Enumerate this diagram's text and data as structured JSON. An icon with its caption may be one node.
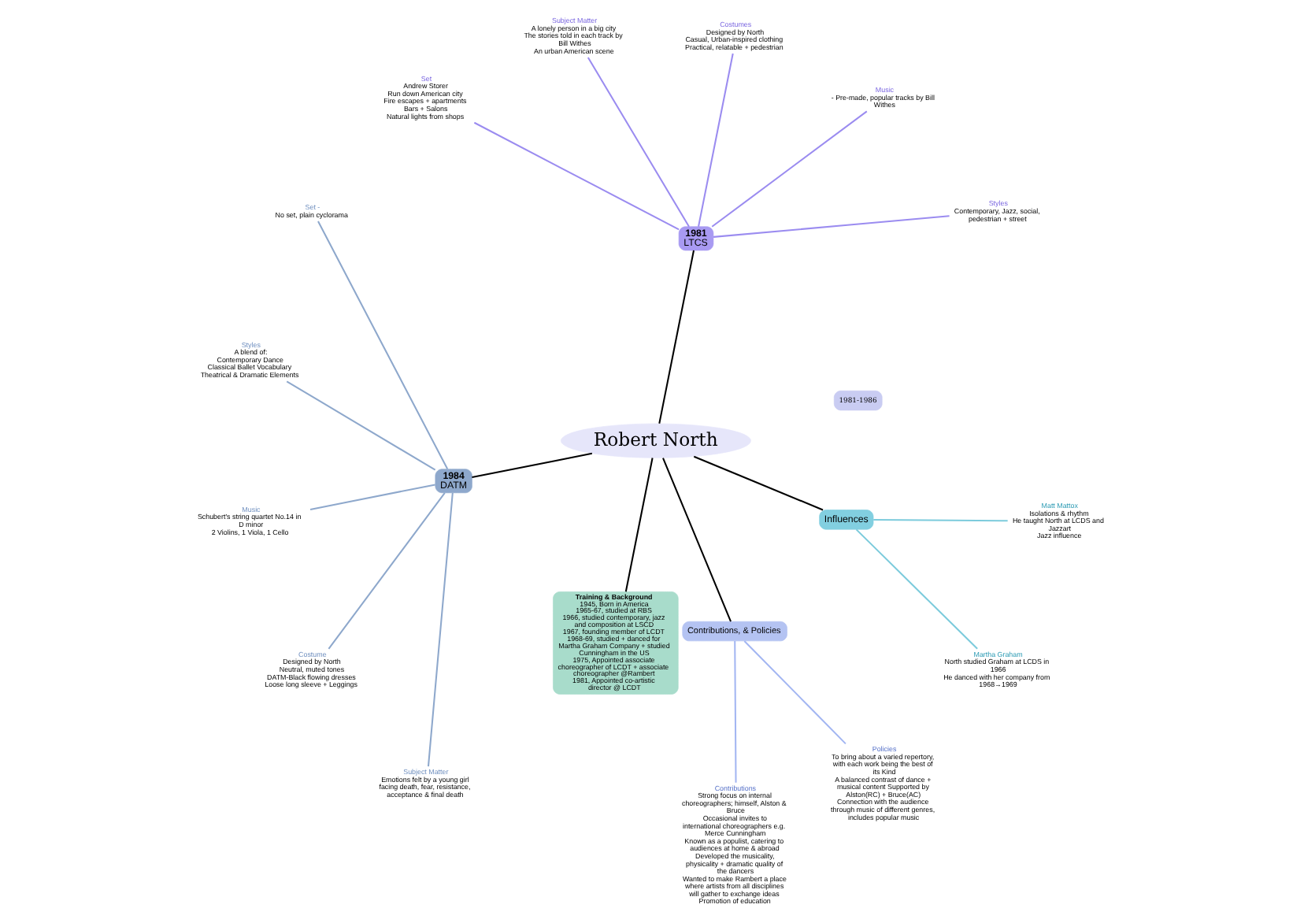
{
  "diagram": {
    "nodes": [
      {
        "text": [
          "Robert North"
        ]
      },
      {
        "text": [
          "1981-1986"
        ]
      },
      {
        "text": [
          "1981",
          "LTCS"
        ]
      },
      {
        "text": [
          "Styles",
          "Contemporary, Jazz, social, pedestrian + street"
        ]
      },
      {
        "text": [
          "Music",
          "- Pre-made, popular tracks by Bill Withes"
        ]
      },
      {
        "text": [
          "Costumes",
          "Designed by North",
          "Casual, Urban-inspired clothing",
          "Practical, relatable + pedestrian"
        ]
      },
      {
        "text": [
          "Subject Matter",
          "A lonely person in a big city",
          "The stories told in each track by Bill Withes",
          "An urban American scene"
        ]
      },
      {
        "text": [
          "Set",
          "Andrew Storer",
          "Run down American city",
          "Fire escapes + apartments",
          "Bars + Salons",
          "Natural lights from shops"
        ]
      },
      {
        "text": [
          "1984",
          "DATM"
        ]
      },
      {
        "text": [
          "Set -",
          "No set, plain cyclorama"
        ]
      },
      {
        "text": [
          "Styles",
          "A blend of:",
          "Contemporary Dance",
          "Classical Ballet Vocabulary",
          "Theatrical & Dramatic Elements"
        ]
      },
      {
        "text": [
          "Music",
          "Schubert's string quartet No.14 in D minor",
          "2 Violins, 1 Viola, 1 Cello"
        ]
      },
      {
        "text": [
          "Costume",
          "Designed by North",
          "Neutral, muted tones",
          "DATM-Black flowing dresses",
          "Loose long sleeve + Leggings"
        ]
      },
      {
        "text": [
          "Subject Matter",
          "Emotions felt by a young girl facing death, fear, resistance, acceptance & final death"
        ]
      },
      {
        "text": [
          "Training & Background",
          "1945, Born in America",
          "1965-67, studied at RBS",
          "1966, studied contemporary, jazz and composition at LSCD",
          "1967, founding member of LCDT",
          "1968-69, studied + danced for Martha Graham Company + studied Cunningham in the US",
          "1975, Appointed associate choreographer of LCDT + associate choreographer @Rambert",
          "1981, Appointed co-artistic director @ LCDT"
        ]
      },
      {
        "text": [
          "Contributions, & Policies"
        ]
      },
      {
        "text": [
          "Contributions",
          "Strong focus on internal choreographers; himself, Alston & Bruce",
          "Occasional invites to international choreographers e.g. Merce Cunningham",
          "Known as a populist, catering to audiences at home & abroad",
          "Developed the musicality, physicality + dramatic quality of the dancers",
          "Wanted to make Rambert a place where artists from all disciplines will gather to exchange ideas",
          "Promotion of education"
        ]
      },
      {
        "text": [
          "Policies",
          "To bring about a varied repertory, with each work being the best of its Kind",
          "A balanced contrast of dance + musical content Supported by Alston(RC) + Bruce(AC)",
          "Connection with the audience through music of different genres, includes popular music"
        ]
      },
      {
        "text": [
          "Influences"
        ]
      },
      {
        "text": [
          "Martha Graham",
          "North studied Graham at LCDS in 1966",
          "He danced with her company from 1968→1969"
        ]
      },
      {
        "text": [
          "Matt Mattox",
          "Isolations & rhythm",
          "He taught North at LCDS and Jazzart",
          "Jazz influence"
        ]
      }
    ],
    "edges": [
      {
        "from": 0,
        "to": 2,
        "arrow": "none"
      },
      {
        "from": 0,
        "to": 8,
        "arrow": "none"
      },
      {
        "from": 0,
        "to": 14,
        "arrow": "none"
      },
      {
        "from": 0,
        "to": 15,
        "arrow": "none"
      },
      {
        "from": 0,
        "to": 18,
        "arrow": "none"
      },
      {
        "from": 2,
        "to": 3,
        "arrow": "none",
        "color": "#9b8cf0"
      },
      {
        "from": 2,
        "to": 4,
        "arrow": "none",
        "color": "#9b8cf0"
      },
      {
        "from": 2,
        "to": 5,
        "arrow": "none",
        "color": "#9b8cf0"
      },
      {
        "from": 2,
        "to": 6,
        "arrow": "none",
        "color": "#9b8cf0"
      },
      {
        "from": 2,
        "to": 7,
        "arrow": "none",
        "color": "#9b8cf0"
      },
      {
        "from": 8,
        "to": 9,
        "arrow": "none",
        "color": "#8ea8cc"
      },
      {
        "from": 8,
        "to": 10,
        "arrow": "none",
        "color": "#8ea8cc"
      },
      {
        "from": 8,
        "to": 11,
        "arrow": "none",
        "color": "#8ea8cc"
      },
      {
        "from": 8,
        "to": 12,
        "arrow": "none",
        "color": "#8ea8cc"
      },
      {
        "from": 8,
        "to": 13,
        "arrow": "none",
        "color": "#8ea8cc"
      },
      {
        "from": 15,
        "to": 16,
        "arrow": "none",
        "color": "#a3b6f2"
      },
      {
        "from": 15,
        "to": 17,
        "arrow": "none",
        "color": "#a3b6f2"
      },
      {
        "from": 18,
        "to": 19,
        "arrow": "none",
        "color": "#7ccbdc"
      },
      {
        "from": 18,
        "to": 20,
        "arrow": "none",
        "color": "#7ccbdc"
      }
    ]
  }
}
